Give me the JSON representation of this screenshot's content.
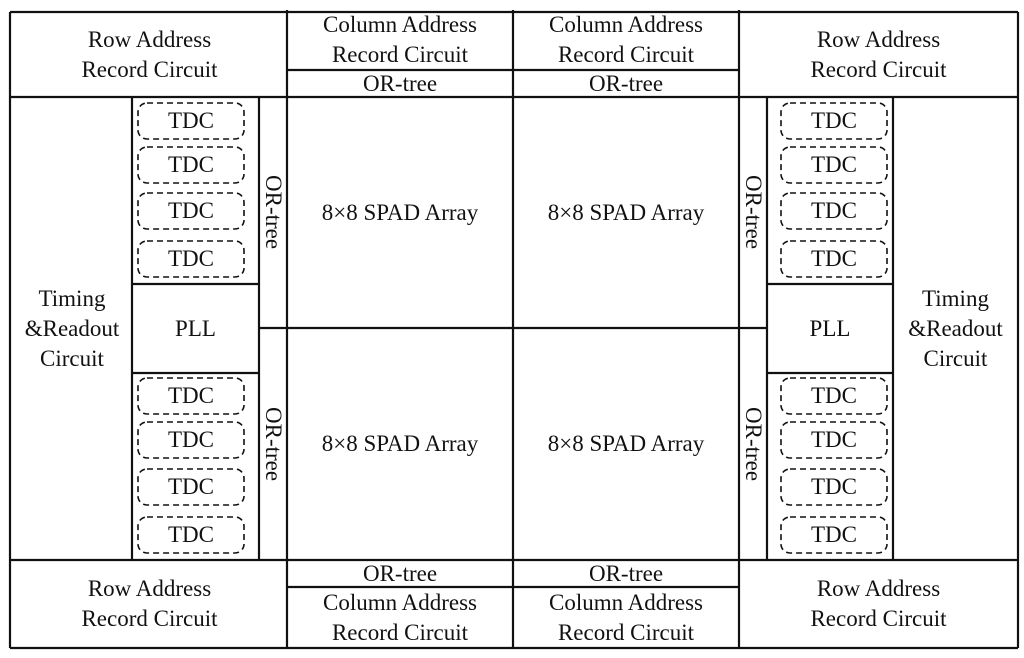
{
  "labels": {
    "row_address": "Row Address\nRecord Circuit",
    "column_address": "Column Address\nRecord Circuit",
    "or_tree": "OR-tree",
    "tdc": "TDC",
    "pll": "PLL",
    "timing_readout": "Timing\n&Readout\nCircuit",
    "spad_array": "8×8 SPAD Array"
  },
  "colors": {
    "line": "#111111",
    "background": "#ffffff"
  }
}
